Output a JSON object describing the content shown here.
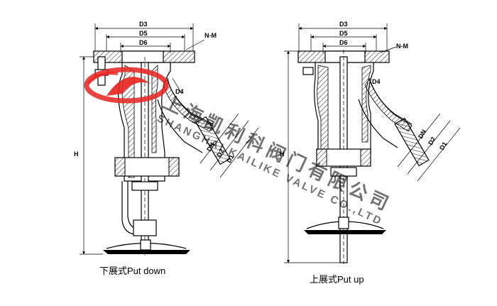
{
  "left_view": {
    "caption": "下展式Put down",
    "labels": {
      "d3": "D3",
      "d5": "D5",
      "d6": "D6",
      "nm": "N-M",
      "d4": "D4",
      "h": "H",
      "dn": "DN",
      "d2": "D2",
      "d1": "D1"
    }
  },
  "right_view": {
    "caption": "上展式Put up",
    "labels": {
      "d3": "D3",
      "d5": "D5",
      "d6": "D6",
      "nm": "N-M",
      "d4": "D4",
      "h": "H",
      "dn": "DN",
      "d2": "D2",
      "d1": "D1"
    }
  },
  "watermark": {
    "chinese": "上海凯利科阀门有限公司",
    "english": "SHANGHAI KAILIKE VALVE CO.,LTD",
    "logo_color": "#e8231f"
  }
}
